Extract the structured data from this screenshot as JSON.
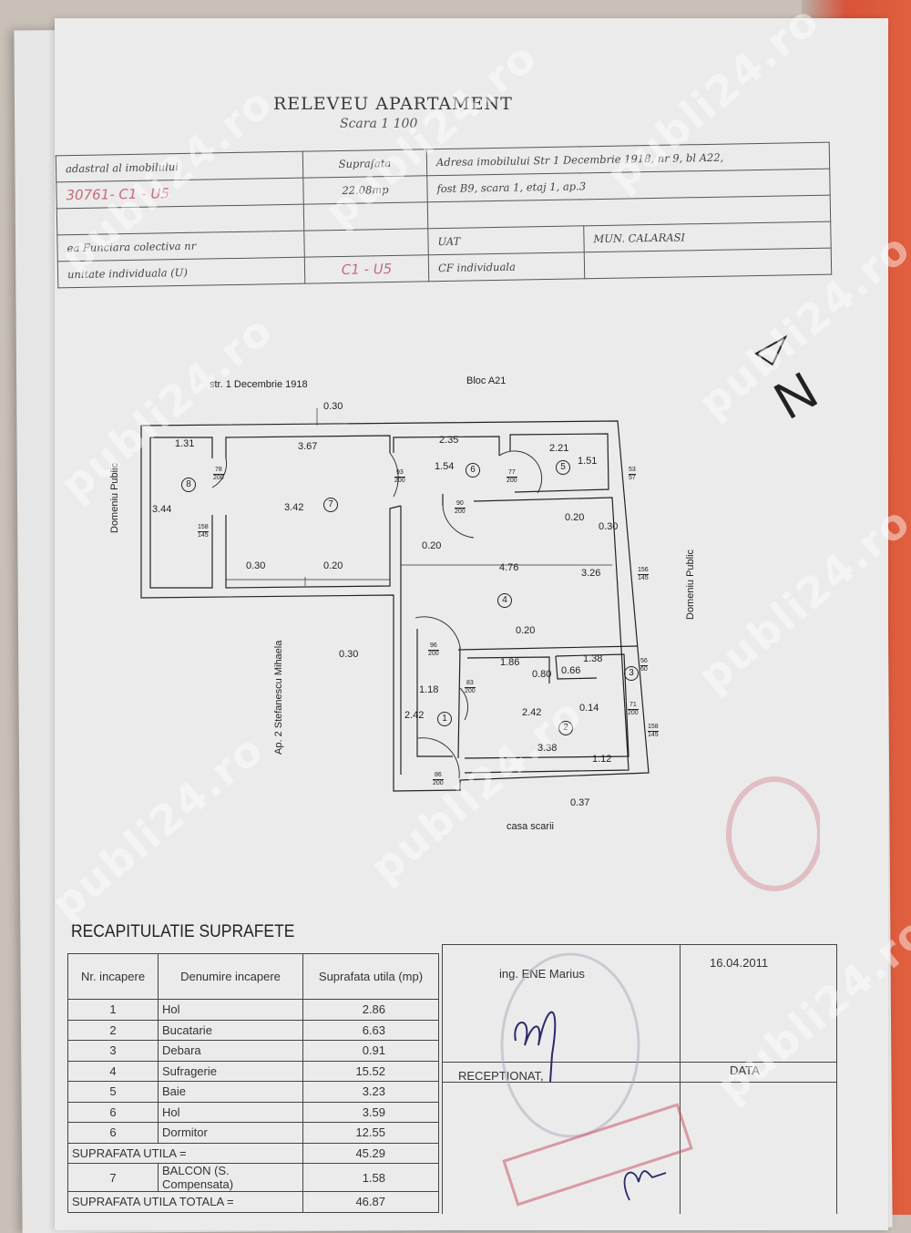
{
  "header": {
    "title": "RELEVEU APARTAMENT",
    "scale": "Scara 1 100"
  },
  "info_table": {
    "cadastral_label": "adastral al imobilului",
    "cadastral_value": "30761- C1 - U5",
    "surface_label": "Suprafata",
    "surface_value": "22.08mp",
    "address_line1": "Adresa imobilului Str 1 Decembrie 1918, nr 9, bl A22,",
    "address_line2": "fost B9, scara 1, etaj 1, ap.3",
    "carte_funciara_label": "ea Funciara colectiva nr",
    "uat_label": "UAT",
    "uat_value": "MUN. CALARASI",
    "unit_label": "unitate individuala (U)",
    "unit_value": "C1 - U5",
    "cf_label": "CF individuala"
  },
  "plan": {
    "street": "str. 1 Decembrie 1918",
    "block": "Bloc A21",
    "public_left": "Domeniu Public",
    "public_right": "Domeniu Public",
    "neighbor": "Ap. 2 Stefanescu Mihaela",
    "stairs": "casa scarii",
    "north": "N",
    "dims": [
      "0.30",
      "1.31",
      "3.67",
      "2.35",
      "2.21",
      "1.51",
      "1.54",
      "3.44",
      "3.42",
      "0.30",
      "0.20",
      "0.20",
      "0.20",
      "0.30",
      "4.76",
      "3.26",
      "0.20",
      "0.30",
      "1.86",
      "0.80",
      "0.66",
      "1.38",
      "1.18",
      "2.42",
      "2.42",
      "0.14",
      "3.38",
      "1.12",
      "0.37"
    ],
    "rooms": [
      "8",
      "7",
      "6",
      "5",
      "4",
      "3",
      "1",
      "2"
    ],
    "openings": [
      [
        "78",
        "200"
      ],
      [
        "93",
        "200"
      ],
      [
        "77",
        "200"
      ],
      [
        "90",
        "200"
      ],
      [
        "158",
        "145"
      ],
      [
        "53",
        "57"
      ],
      [
        "156",
        "145"
      ],
      [
        "96",
        "200"
      ],
      [
        "56",
        "60"
      ],
      [
        "83",
        "200"
      ],
      [
        "71",
        "200"
      ],
      [
        "158",
        "145"
      ],
      [
        "86",
        "200"
      ]
    ]
  },
  "recap": {
    "title": "RECAPITULATIE SUPRAFETE",
    "headers": [
      "Nr. incapere",
      "Denumire incapere",
      "Suprafata utila (mp)"
    ],
    "rows": [
      [
        "1",
        "Hol",
        "2.86"
      ],
      [
        "2",
        "Bucatarie",
        "6.63"
      ],
      [
        "3",
        "Debara",
        "0.91"
      ],
      [
        "4",
        "Sufragerie",
        "15.52"
      ],
      [
        "5",
        "Baie",
        "3.23"
      ],
      [
        "6",
        "Hol",
        "3.59"
      ],
      [
        "6",
        "Dormitor",
        "12.55"
      ]
    ],
    "subtotal_label": "SUPRAFATA UTILA =",
    "subtotal_value": "45.29",
    "balcony": [
      "7",
      "BALCON (S. Compensata)",
      "1.58"
    ],
    "total_label": "SUPRAFATA UTILA TOTALA =",
    "total_value": "46.87"
  },
  "signoff": {
    "engineer": "ing. ENE Marius",
    "date": "16.04.2011",
    "received_label": "RECEPTIONAT,",
    "date_label": "DATA"
  },
  "watermark": "publi24.ro",
  "colors": {
    "stamp": "#c84a5a",
    "ink": "#2a2a6a",
    "handwriting": "#c66a7a"
  }
}
